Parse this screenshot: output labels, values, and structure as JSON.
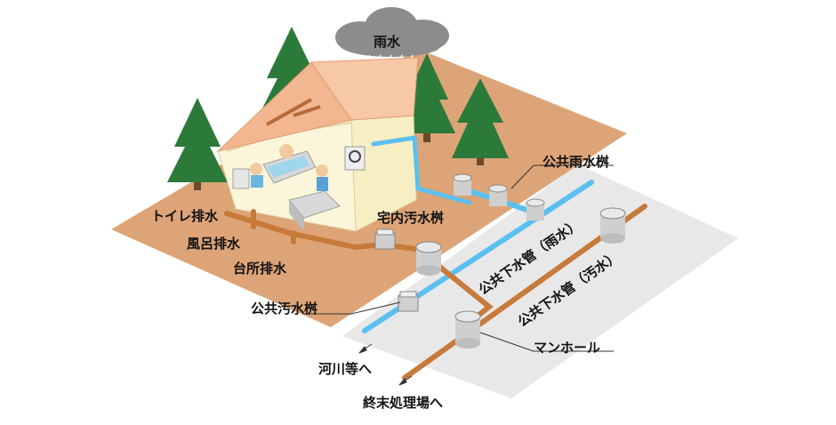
{
  "labels": {
    "rain": "雨水",
    "toilet_drain": "トイレ排水",
    "bath_drain": "風呂排水",
    "kitchen_drain": "台所排水",
    "house_sewage_basin": "宅内汚水桝",
    "public_sewage_basin": "公共汚水桝",
    "public_rainwater_basin": "公共雨水桝",
    "public_sewer_rain": "公共下水管（雨水）",
    "public_sewer_sewage": "公共下水管（汚水）",
    "manhole": "マンホール",
    "to_river": "河川等へ",
    "to_treatment_plant": "終末処理場へ"
  },
  "colors": {
    "ground": "#DDA477",
    "road": "#E6E6E6",
    "rain_pipe": "#5BC0F0",
    "sewage_pipe": "#C77A3A",
    "roof": "#F2B790",
    "wall": "#FBF6DA",
    "tree": "#2C7A3A",
    "cloud": "#8C8C8C"
  }
}
